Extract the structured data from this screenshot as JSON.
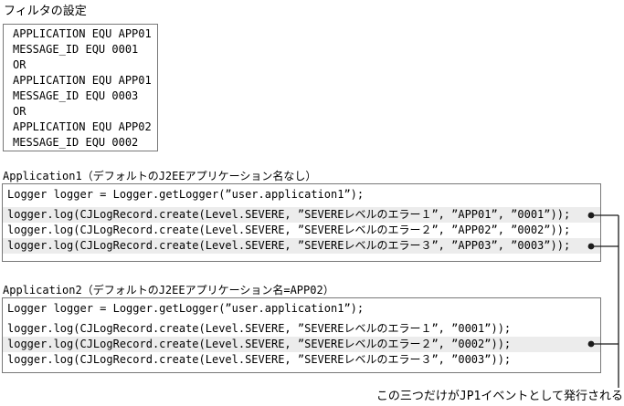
{
  "title": "フィルタの設定",
  "filter": {
    "lines": [
      "APPLICATION EQU APP01",
      "MESSAGE_ID EQU 0001",
      "OR",
      "APPLICATION EQU APP01",
      "MESSAGE_ID EQU 0003",
      "OR",
      "APPLICATION EQU APP02",
      "MESSAGE_ID EQU 0002"
    ]
  },
  "applications": [
    {
      "label": "Application1（デフォルトのJ2EEアプリケーション名なし）",
      "logger_line": "Logger logger = Logger.getLogger(”user.application1”);",
      "log_lines": [
        {
          "text": "logger.log(CJLogRecord.create(Level.SEVERE, ”SEVEREレベルのエラー１”, ”APP01”, ”0001”));",
          "highlighted": true,
          "jp1_event": true
        },
        {
          "text": "logger.log(CJLogRecord.create(Level.SEVERE, ”SEVEREレベルのエラー２”, ”APP02”, ”0002”));",
          "highlighted": false,
          "jp1_event": false
        },
        {
          "text": "logger.log(CJLogRecord.create(Level.SEVERE, ”SEVEREレベルのエラー３”, ”APP03”, ”0003”));",
          "highlighted": true,
          "jp1_event": true
        }
      ]
    },
    {
      "label": "Application2（デフォルトのJ2EEアプリケーション名=APP02）",
      "logger_line": "Logger logger = Logger.getLogger(”user.application1”);",
      "log_lines": [
        {
          "text": "logger.log(CJLogRecord.create(Level.SEVERE, ”SEVEREレベルのエラー１”, ”0001”));",
          "highlighted": false,
          "jp1_event": false
        },
        {
          "text": "logger.log(CJLogRecord.create(Level.SEVERE, ”SEVEREレベルのエラー２”, ”0002”));",
          "highlighted": true,
          "jp1_event": true
        },
        {
          "text": "logger.log(CJLogRecord.create(Level.SEVERE, ”SEVEREレベルのエラー３”, ”0003”));",
          "highlighted": false,
          "jp1_event": false
        }
      ]
    }
  ],
  "caption": "この三つだけがJP1イベントとして発行される",
  "colors": {
    "highlight": "#ececec",
    "box_border": "#787878",
    "connector": "#1a1a1a",
    "text": "#000000",
    "background": "#ffffff"
  }
}
